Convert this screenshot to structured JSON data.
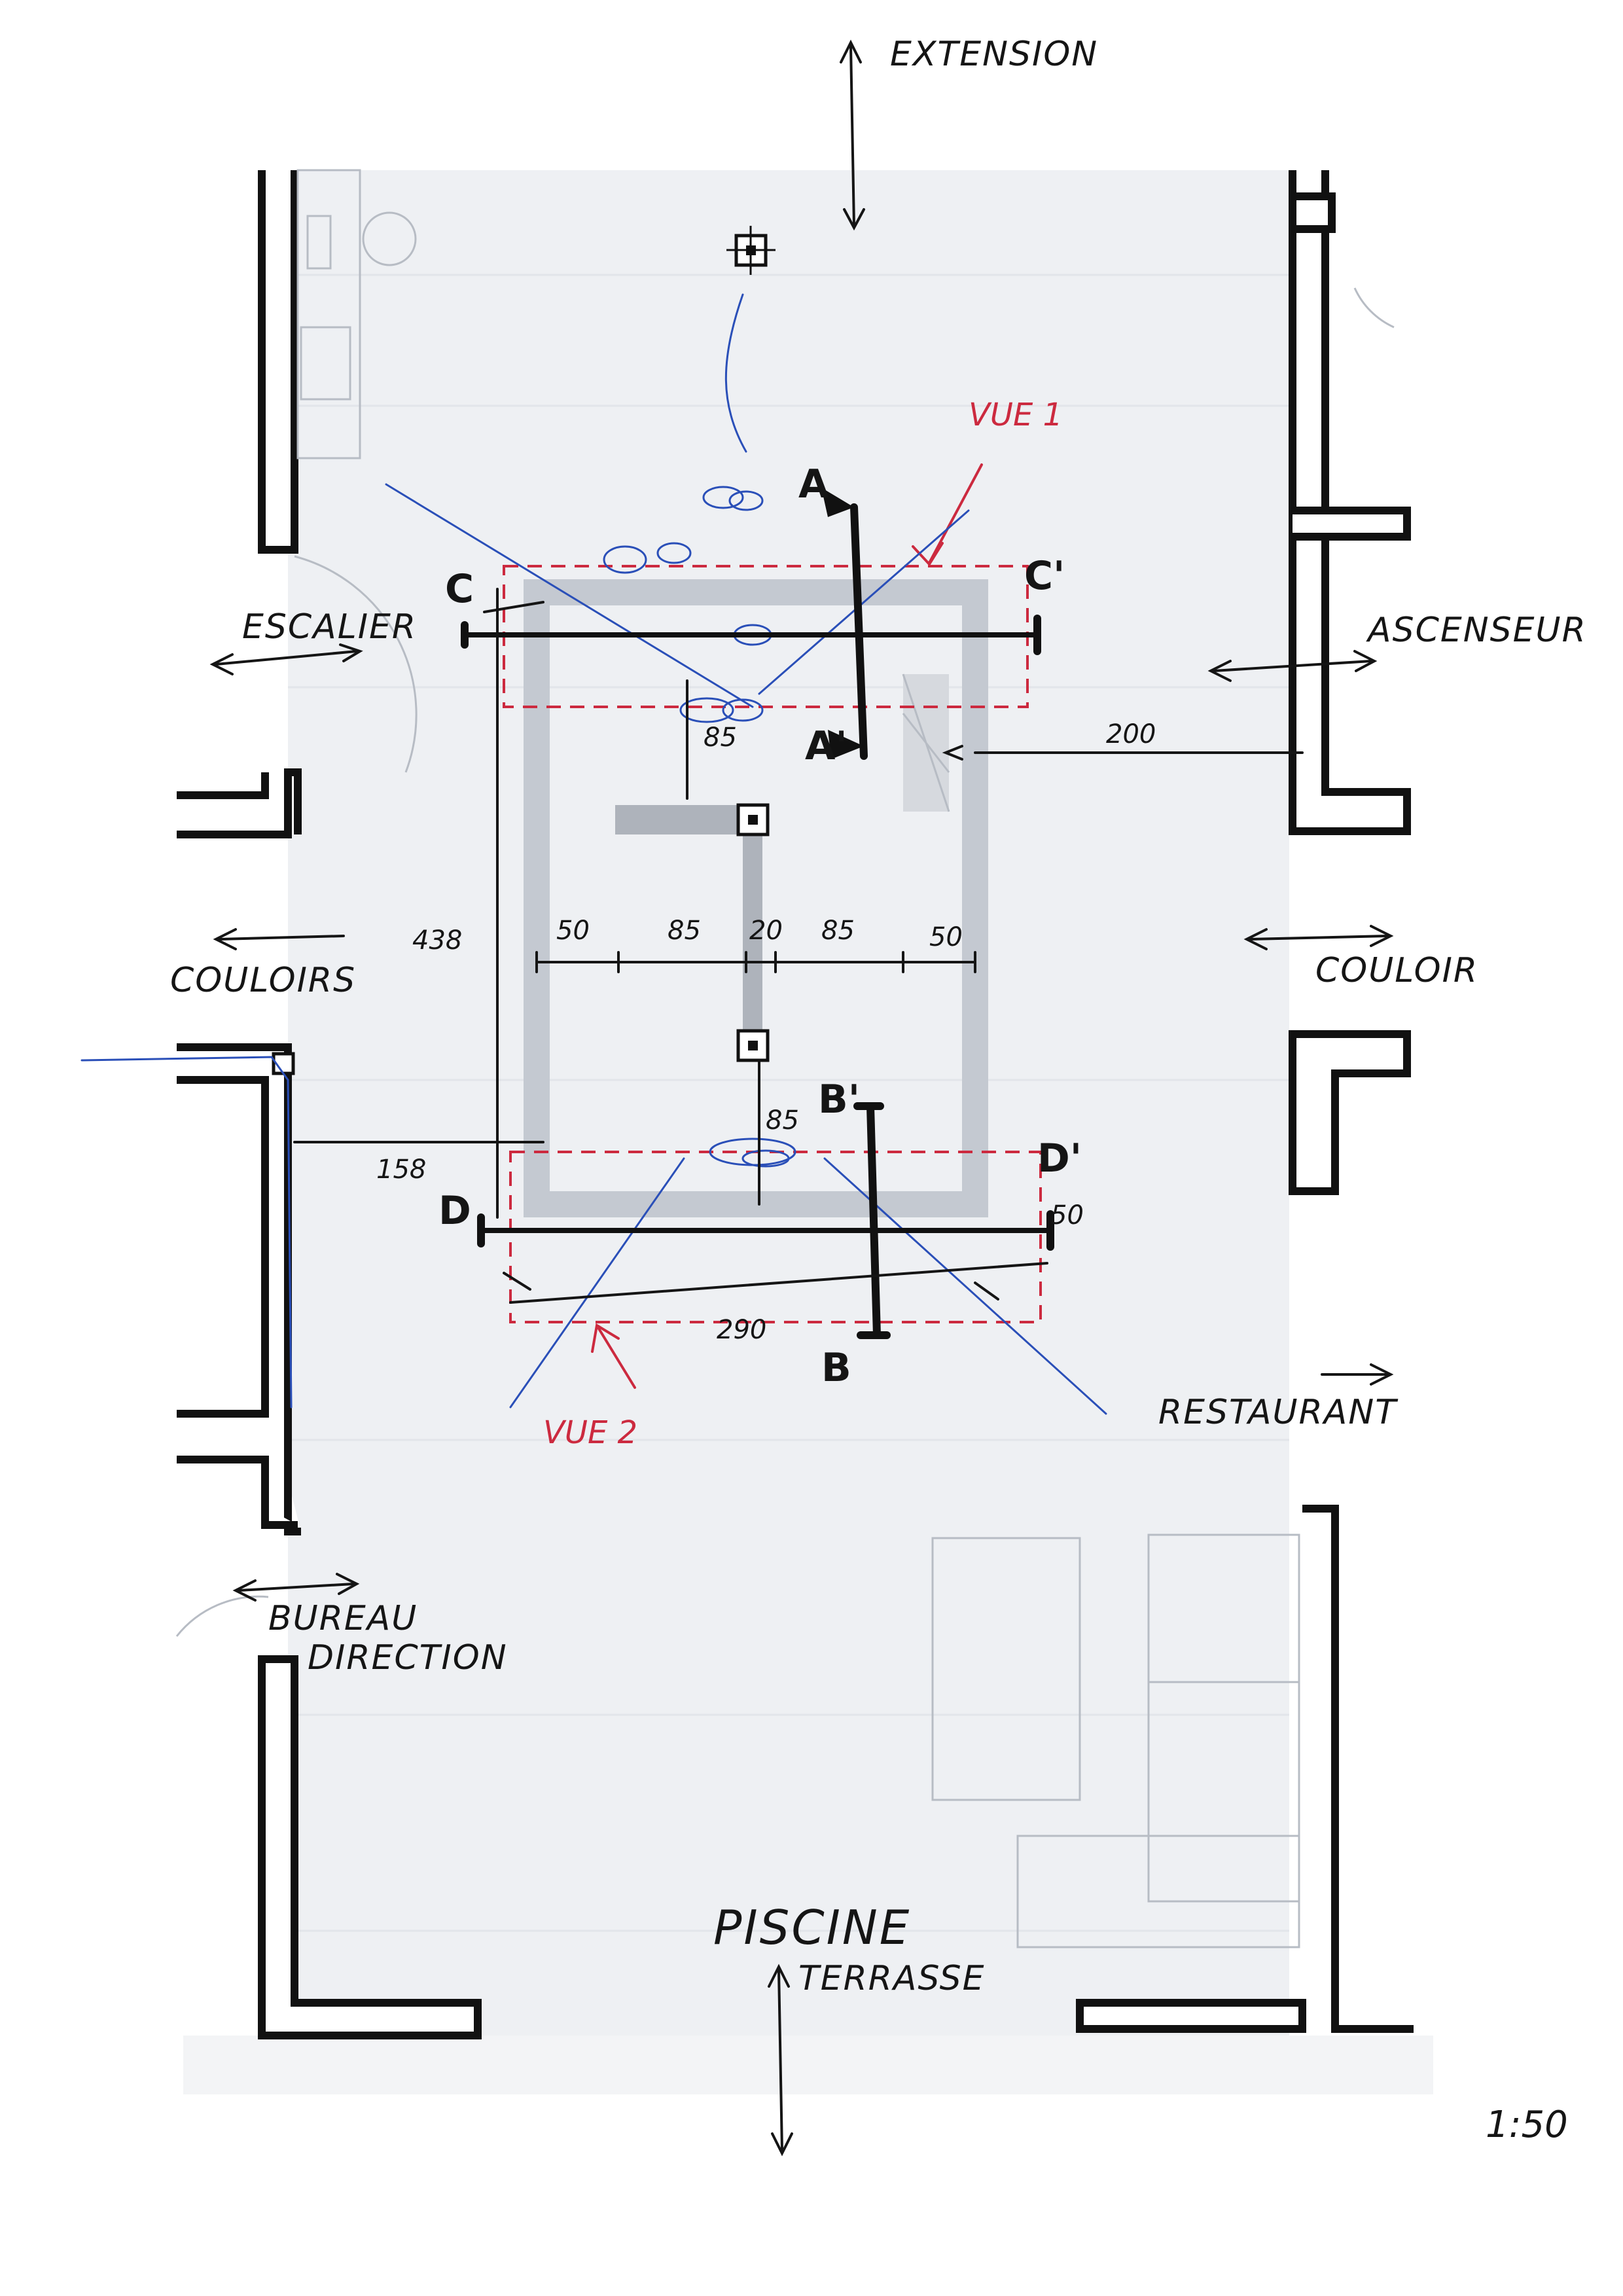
{
  "labels": {
    "extension": "EXTENSION",
    "escalier": "ESCALIER",
    "ascenseur": "ASCENSEUR",
    "couloirs_left": "COULOIRS",
    "couloir_right": "COULOIR",
    "restaurant": "RESTAURANT",
    "bureau_line1": "BUREAU",
    "bureau_line2": "DIRECTION",
    "piscine": "PISCINE",
    "terrasse": "TERRASSE",
    "vue1": "VUE 1",
    "vue2": "VUE 2",
    "scale": "1:50"
  },
  "sections": {
    "a": "A",
    "a_prime": "A'",
    "b": "B",
    "b_prime": "B'",
    "c": "C",
    "c_prime": "C'",
    "d": "D",
    "d_prime": "D'"
  },
  "dimensions": {
    "d438": "438",
    "d50a": "50",
    "d85a": "85",
    "d20": "20",
    "d85b": "85",
    "d50b": "50",
    "d85_top": "85",
    "d85_bottom": "85",
    "d200": "200",
    "d158": "158",
    "d290": "290",
    "d50_right": "50"
  },
  "colors": {
    "wall": "#111111",
    "floor": "#eef0f3",
    "blue_pen": "#2a4fb8",
    "red_pen": "#cc2a3f"
  }
}
